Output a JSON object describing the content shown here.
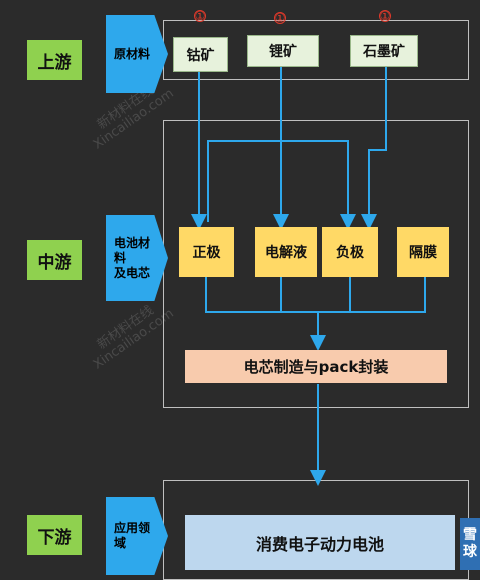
{
  "stages": {
    "upstream": "上游",
    "midstream": "中游",
    "downstream": "下游"
  },
  "arrows": {
    "upstream": "原材料",
    "midstream_line1": "电池材料",
    "midstream_line2": "及电芯",
    "downstream": "应用领域"
  },
  "minerals": {
    "cobalt": "钴矿",
    "lithium": "锂矿",
    "graphite": "石墨矿"
  },
  "marker": "①",
  "components": {
    "cathode": "正极",
    "electrolyte": "电解液",
    "anode": "负极",
    "separator": "隔膜"
  },
  "cell_process": "电芯制造与pack封装",
  "product": "消费电子动力电池",
  "watermark": {
    "cn": "新材料在线",
    "en": "Xincailiao.com"
  },
  "corner_badge": {
    "line1": "雪",
    "line2": "球"
  },
  "colors": {
    "stage": "#8fd14f",
    "arrow": "#2ea8ec",
    "mineral": "#e7f2dc",
    "component": "#ffd966",
    "cell": "#f8cbad",
    "product": "#bdd7ee",
    "connector": "#2ea8ec"
  }
}
